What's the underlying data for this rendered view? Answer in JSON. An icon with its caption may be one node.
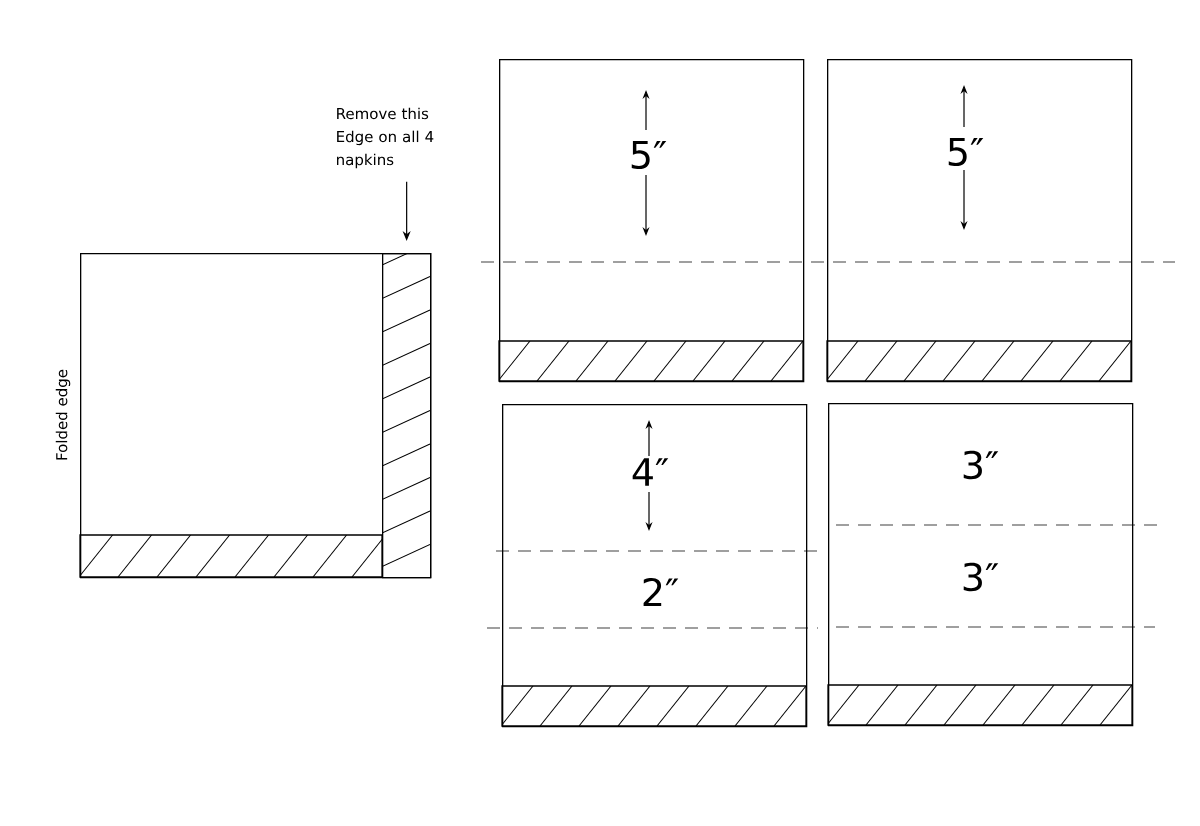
{
  "diagram": {
    "nodes": [
      {
        "text": [],
        "shape": "box",
        "beside": [
          "Folded edge"
        ]
      },
      {
        "text": [],
        "shape": "box",
        "in": 0
      },
      {
        "text": [
          "Remove this Edge on all 4 napkins"
        ]
      },
      {
        "text": [
          "5″"
        ]
      },
      {
        "text": [
          "5″"
        ]
      },
      {
        "text": [
          "4″",
          "2″"
        ]
      },
      {
        "text": [
          "3″",
          "3″"
        ]
      }
    ],
    "edges": [
      {
        "from": 2,
        "to": 1,
        "arrow": "to"
      }
    ]
  }
}
